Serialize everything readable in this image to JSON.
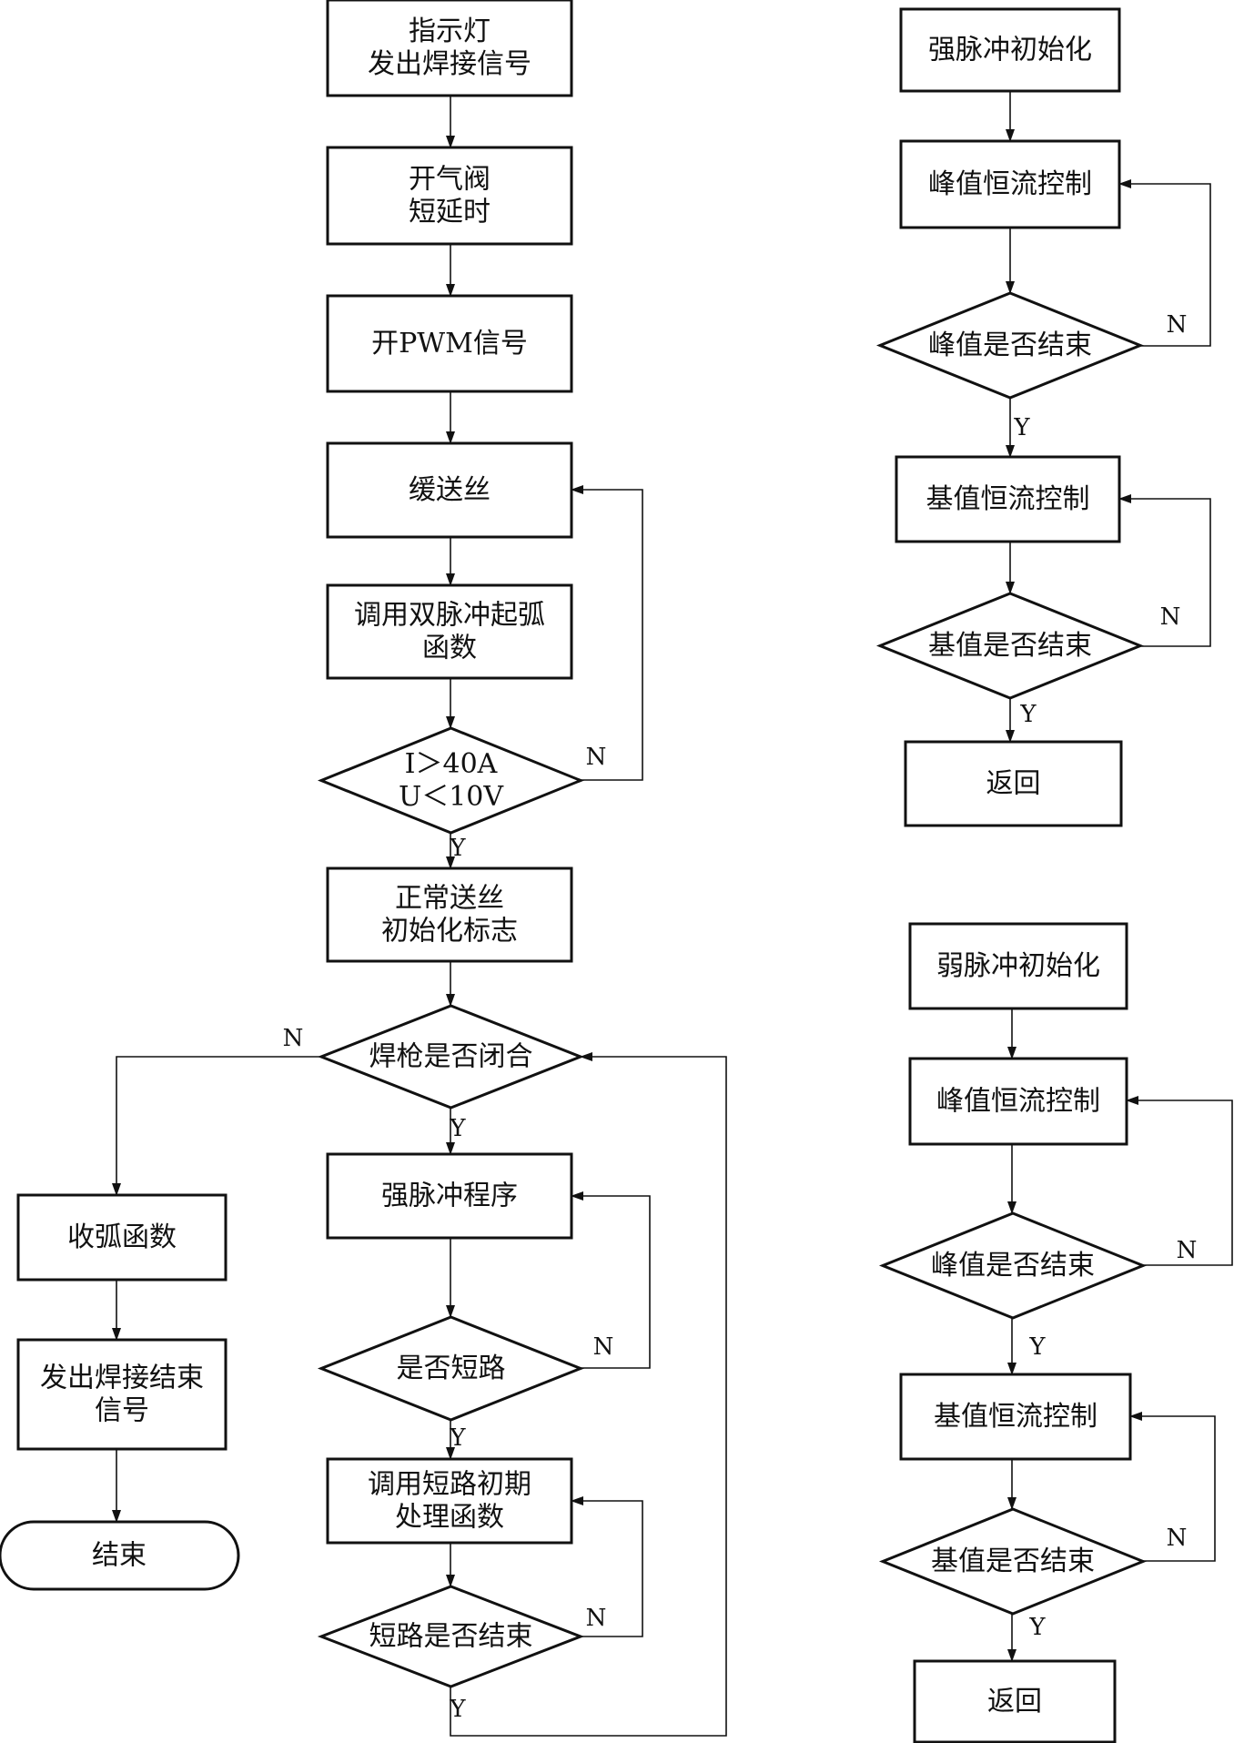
{
  "main": {
    "indicator": [
      "指示灯",
      "发出焊接信号"
    ],
    "gas_valve": [
      "开气阀",
      "短延时"
    ],
    "pwm": [
      "开PWM信号"
    ],
    "slow_feed": [
      "缓送丝"
    ],
    "arc_start": [
      "调用双脉冲起弧",
      "函数"
    ],
    "check_iu": [
      "I＞40A",
      "U＜10V"
    ],
    "normal_feed": [
      "正常送丝",
      "初始化标志"
    ],
    "torch_closed": [
      "焊枪是否闭合"
    ],
    "strong_pulse_prog": [
      "强脉冲程序"
    ],
    "short_check": [
      "是否短路"
    ],
    "short_init": [
      "调用短路初期",
      "处理函数"
    ],
    "short_end": [
      "短路是否结束"
    ],
    "arc_close": [
      "收弧函数"
    ],
    "weld_end_signal": [
      "发出焊接结束",
      "信号"
    ],
    "end": [
      "结束"
    ]
  },
  "strong": {
    "init": [
      "强脉冲初始化"
    ],
    "peak_ctrl": [
      "峰值恒流控制"
    ],
    "peak_end": [
      "峰值是否结束"
    ],
    "base_ctrl": [
      "基值恒流控制"
    ],
    "base_end": [
      "基值是否结束"
    ],
    "ret": [
      "返回"
    ]
  },
  "weak": {
    "init": [
      "弱脉冲初始化"
    ],
    "peak_ctrl": [
      "峰值恒流控制"
    ],
    "peak_end": [
      "峰值是否结束"
    ],
    "base_ctrl": [
      "基值恒流控制"
    ],
    "base_end": [
      "基值是否结束"
    ],
    "ret": [
      "返回"
    ]
  },
  "labels": {
    "yes": "Y",
    "no": "N"
  }
}
